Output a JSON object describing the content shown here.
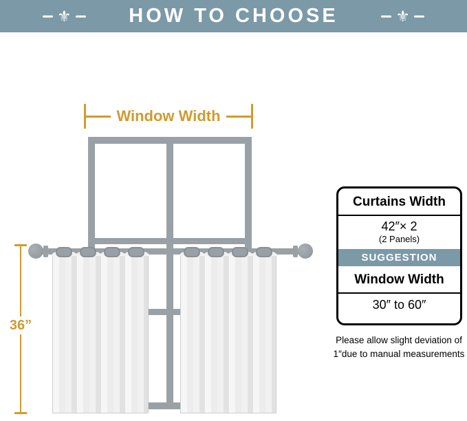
{
  "header": {
    "title": "HOW TO CHOOSE",
    "ornament_glyph": "⚜"
  },
  "diagram": {
    "window_width_label": "Window Width",
    "height_label": "36”"
  },
  "info_box": {
    "curtains_width_title": "Curtains Width",
    "curtains_width_value": "42″× 2",
    "panels_note": "(2 Panels)",
    "suggestion_label": "SUGGESTION",
    "window_width_title": "Window Width",
    "window_width_value": "30″ to 60″"
  },
  "note": {
    "line1": "Please allow slight deviation of",
    "line2": "1″due to manual measurements"
  },
  "colors": {
    "banner": "#7b99a7",
    "gold": "#cf9b30",
    "frame_gray": "#9aa1a6"
  }
}
